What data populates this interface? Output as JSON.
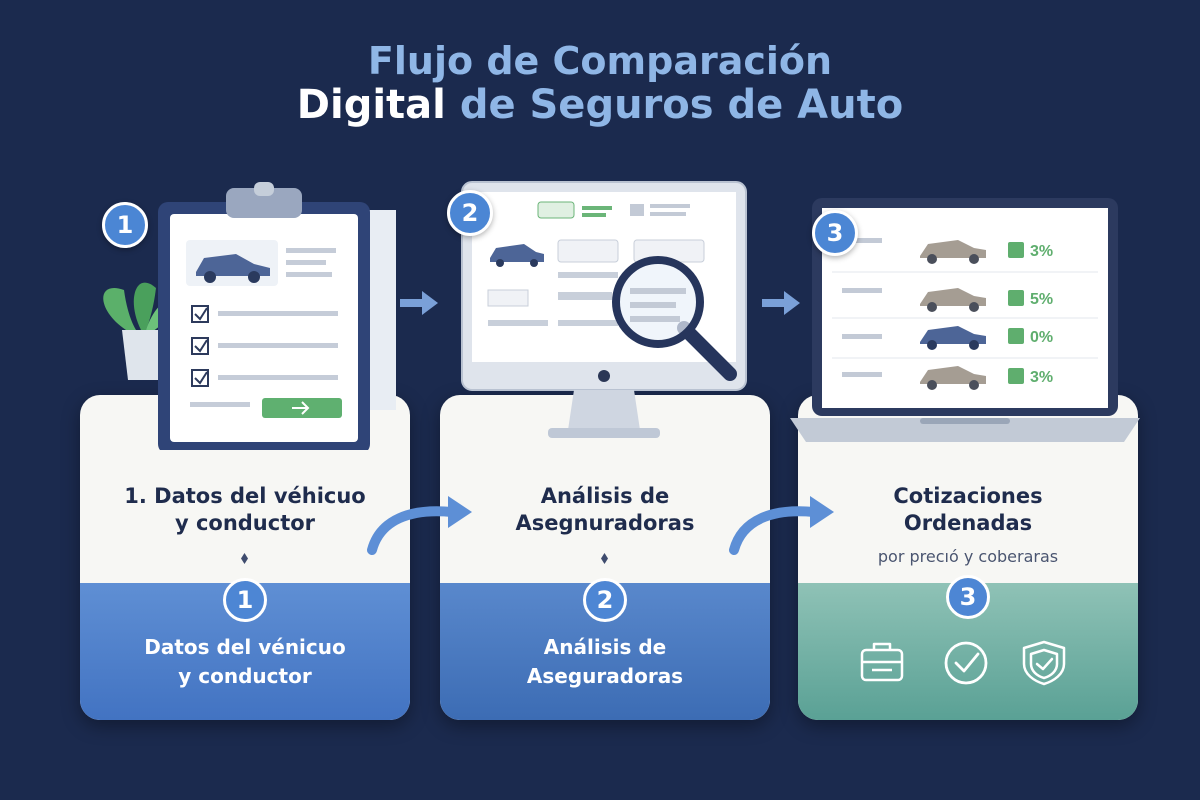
{
  "title": {
    "line1": "Flujo de Comparación",
    "line2_white": "Digital",
    "line2_blue": "de Seguros de Auto"
  },
  "steps": [
    {
      "badge": "1",
      "card_title_line1": "1.  Datos del véhicuo",
      "card_title_line2": "y conductor",
      "circle": "1",
      "bottom_line1": "Datos del vénicuo",
      "bottom_line2": "y conductor"
    },
    {
      "badge": "2",
      "card_title_line1": "Análisis de",
      "card_title_line2": "Asegnuradoras",
      "circle": "2",
      "bottom_line1": "Análisis de",
      "bottom_line2": "Aseguradoras"
    },
    {
      "badge": "3",
      "card_title_line1": "Cotizaciones",
      "card_title_line2": "Ordenadas",
      "card_sub": "por precıó y coberaras",
      "circle": "3",
      "icons": [
        "briefcase-icon",
        "check-circle-icon",
        "shield-icon"
      ]
    }
  ],
  "quotes": [
    "3%",
    "5%",
    "0%",
    "3%"
  ],
  "colors": {
    "background": "#1b2a4e",
    "accent_blue": "#4b86d4",
    "accent_green": "#5aa195",
    "title_blue": "#8fb6e6"
  }
}
